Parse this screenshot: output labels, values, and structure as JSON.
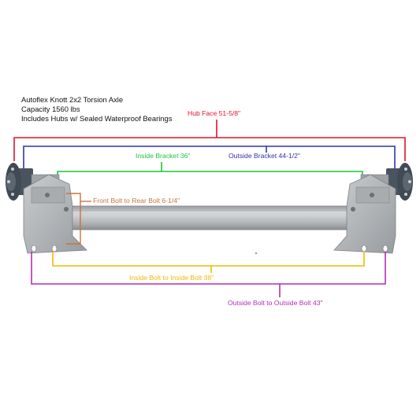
{
  "specs": {
    "title": "Autoflex Knott 2x2 Torsion Axle",
    "capacity": "Capacity 1560 lbs",
    "hubs": "Includes Hubs w/ Sealed Waterproof Bearings"
  },
  "dimensions": {
    "hub_face": {
      "label": "Hub Face 51-5/8\"",
      "color": "#e0142b"
    },
    "outside_bracket": {
      "label": "Outside Bracket 44-1/2\"",
      "color": "#2e35a8"
    },
    "inside_bracket": {
      "label": "Inside Bracket 36\"",
      "color": "#1ec43a"
    },
    "front_rear_bolt": {
      "label": "Front Bolt to Rear Bolt 6-1/4\"",
      "color": "#c8743c"
    },
    "inside_bolt": {
      "label": "Inside Bolt to Inside Bolt 38\"",
      "color": "#f4b800"
    },
    "outside_bolt": {
      "label": "Outside Bolt to Outside Bolt 43\"",
      "color": "#b42fb4"
    }
  },
  "colors": {
    "steel": "#b9bcbf",
    "steel_dark": "#8e9296",
    "steel_light": "#d6d8da",
    "hub": "#3f4a55"
  }
}
